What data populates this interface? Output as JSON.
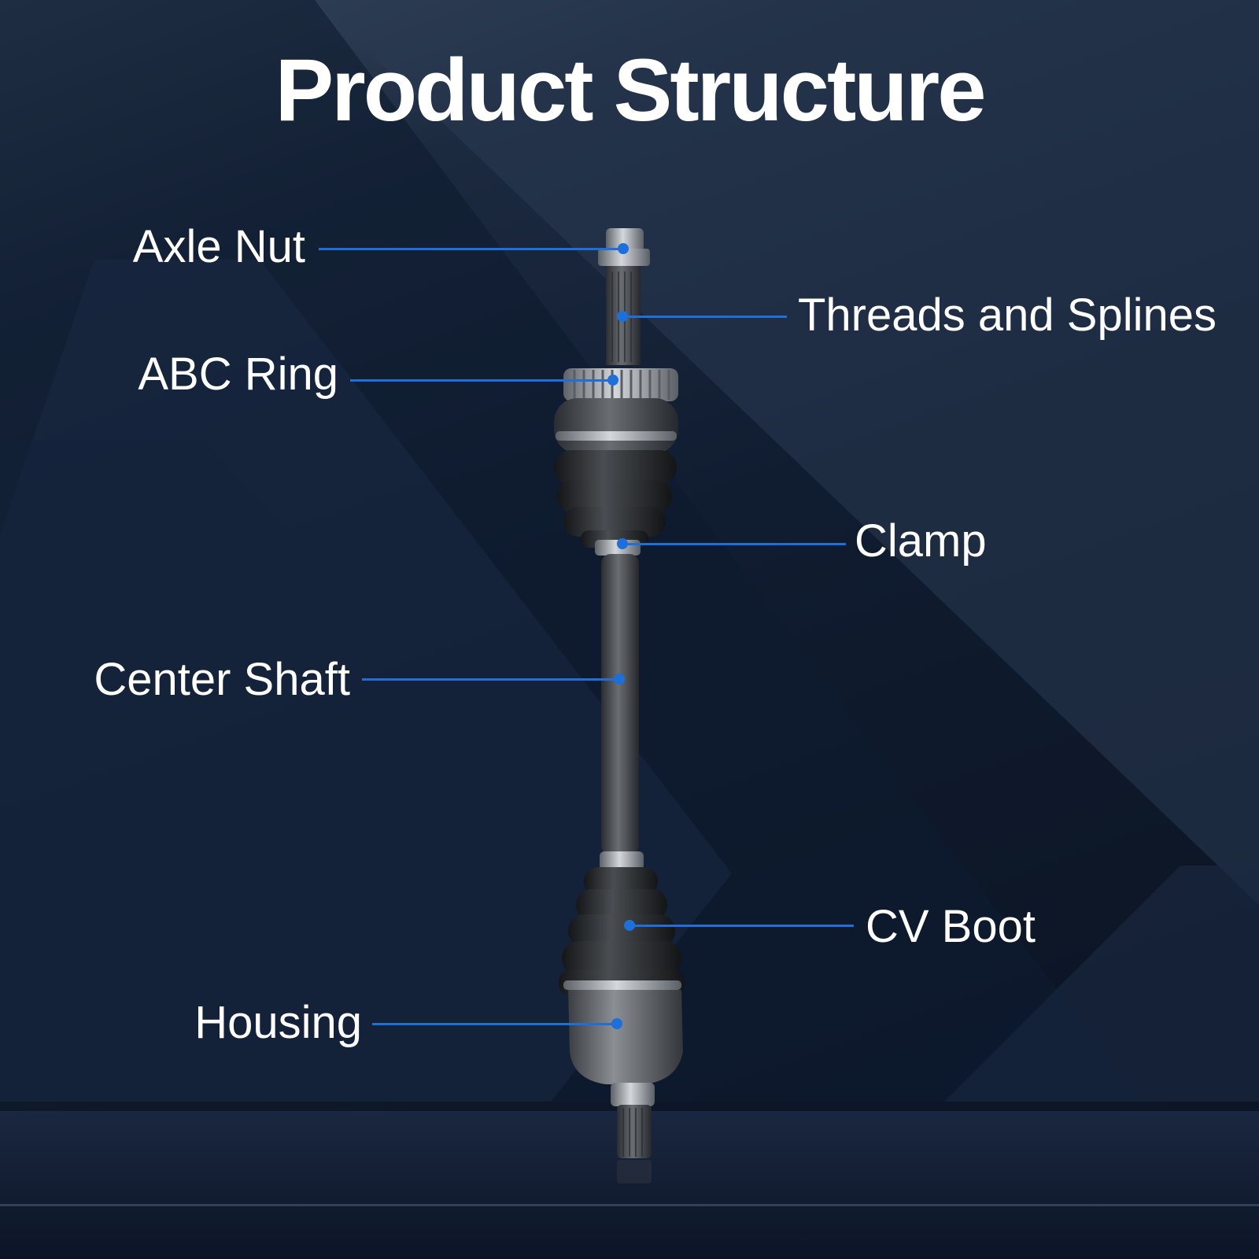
{
  "title": "Product Structure",
  "accent_color": "#1e6fd9",
  "labels": {
    "axle_nut": "Axle Nut",
    "threads_splines": "Threads and Splines",
    "abc_ring": "ABC Ring",
    "clamp": "Clamp",
    "center_shaft": "Center Shaft",
    "cv_boot": "CV Boot",
    "housing": "Housing"
  }
}
